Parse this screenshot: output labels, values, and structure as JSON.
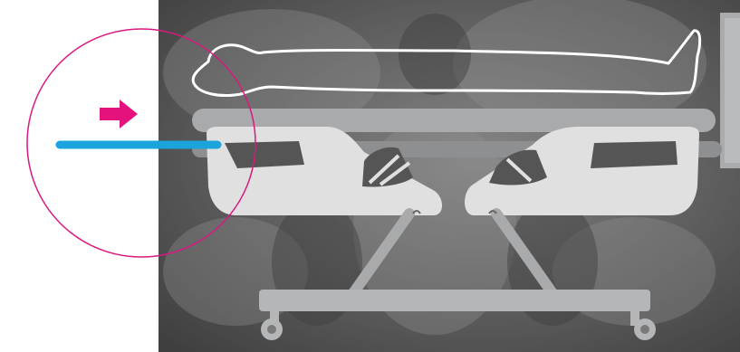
{
  "figure": {
    "background_panel": "xray-pelvis-image",
    "colors": {
      "page_background": "#ffffff",
      "xray_dark": "#3a3a3a",
      "xray_mid": "#6e6e6e",
      "bed_frame": "#a8aaab",
      "bed_rails": "#e0e0e0",
      "patient_outline": "#ffffff",
      "arrow_magenta": "#e5127d",
      "circle_magenta": "#d8197f",
      "beam_blue": "#1aa3dd"
    },
    "icons": {
      "arrow": "arrow-right-icon",
      "patient": "patient-outline-icon",
      "bed": "hospital-bed-icon",
      "beam": "xray-beam-line",
      "focus": "focus-circle"
    }
  }
}
